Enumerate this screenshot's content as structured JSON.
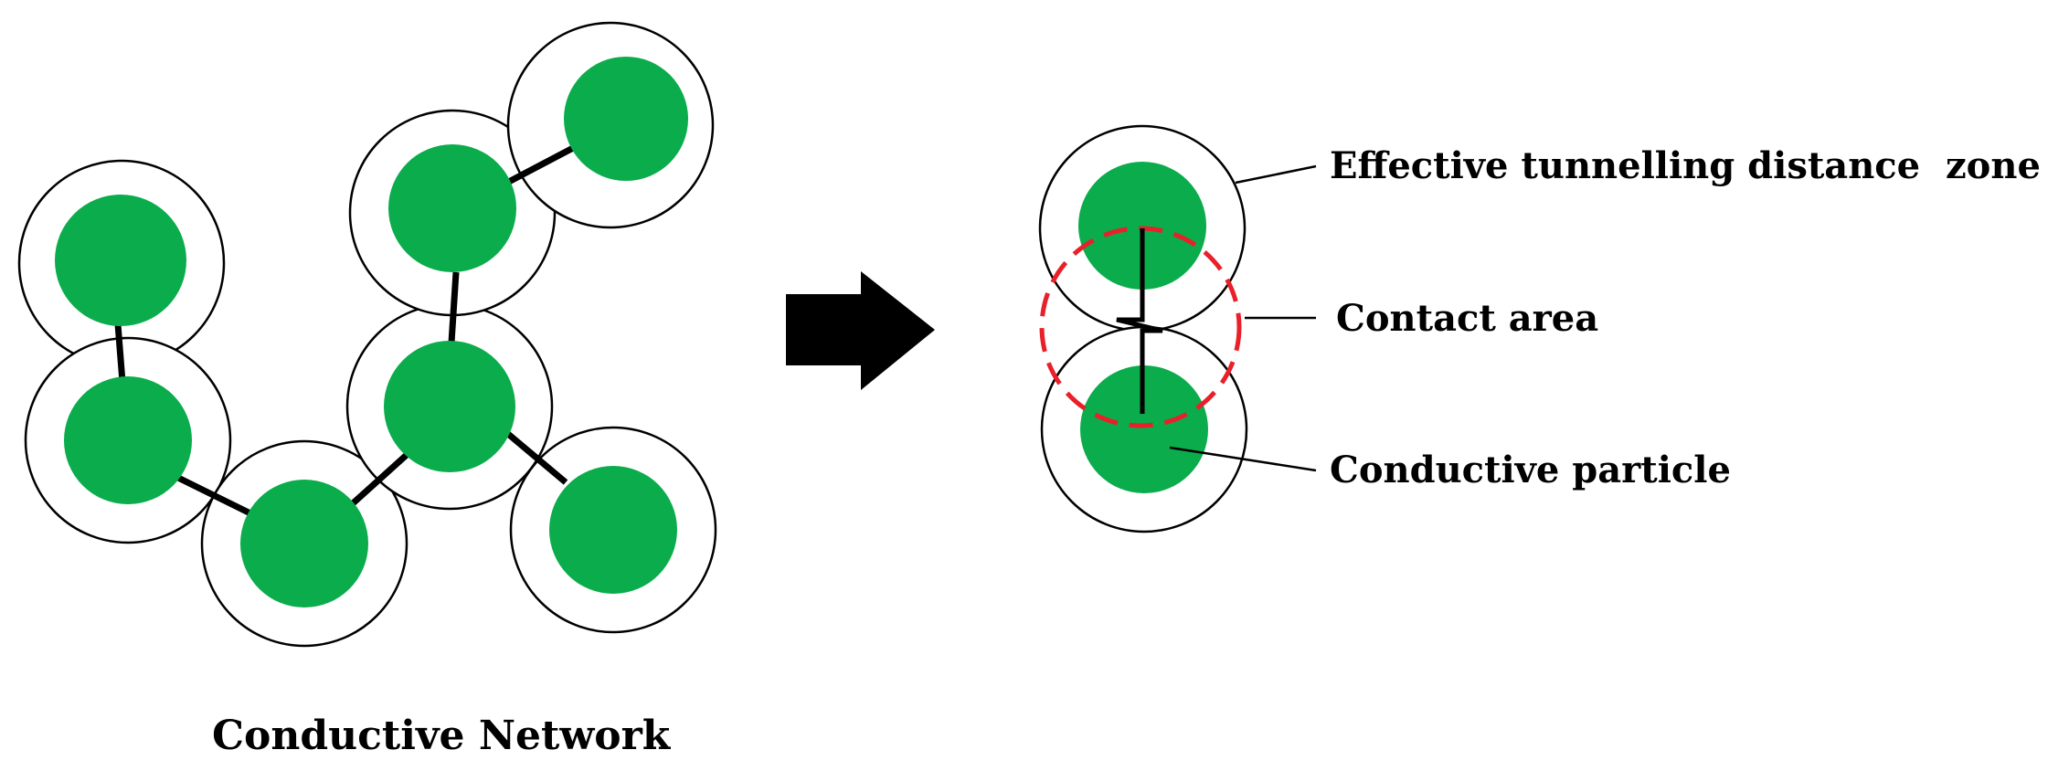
{
  "colors": {
    "particle": "#0aac4c",
    "contact_ring": "#e8202a",
    "outline": "#000000",
    "background": "#ffffff"
  },
  "network": {
    "caption": "Conductive Network"
  },
  "zoom": {
    "labels": {
      "tunnelling_zone": "Effective tunnelling distance  zone",
      "contact_area": "Contact area",
      "particle": "Conductive particle"
    }
  },
  "icons": {
    "arrow": "right-arrow-icon"
  }
}
